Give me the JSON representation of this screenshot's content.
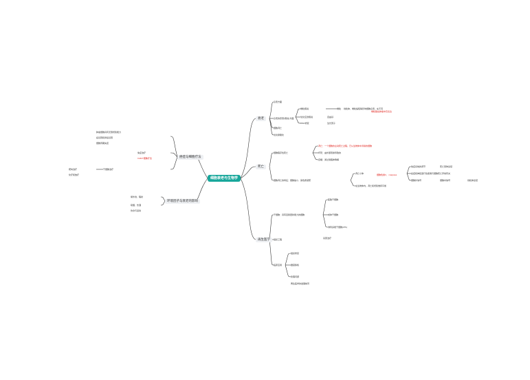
{
  "root": {
    "label": "细胞衰老与生物学"
  },
  "branches": {
    "b1": "衰老",
    "b2": "死亡",
    "b3": "再生医学",
    "b4": "癌症与细胞疗法",
    "b5": "环境因子与衰老的影响"
  },
  "right_top": {
    "t1": "衰老方面",
    "t2": "衰老的原因(假说)方面",
    "t3": "端粒假说",
    "t4": "氧化应激假说",
    "t5": "DNA修复",
    "t6": "自由基",
    "t7": "生长因子",
    "t8": "细胞凋亡",
    "t9": "氧化磷酸化",
    "t10": "端粒",
    "t11": "线粒体、端粒缩短等影响细胞衰老，在不同",
    "t12": "端粒酶在肿瘤中高表达"
  },
  "right_mid": {
    "m1": "细胞程序性死亡",
    "m2": "凋亡：一个细胞的主动死亡过程，已从生物体中清除的细胞",
    "m3": "坏死：由外部因素导致的",
    "m4": "自噬：通过溶酶体降解",
    "m5": "细胞凋亡的特征：细胞缩小、染色质凝聚",
    "m6": "凋亡小体",
    "m7": "在生物体内，凋亡和增殖维持平衡",
    "m8": "免疫系统的调节",
    "m9": "癌症和神经退行性疾病与细胞死亡异常有关",
    "m10": "细胞外信号",
    "m11": "细胞内信号",
    "m12": "线粒体途径",
    "m13": "死亡受体途径",
    "m14": "细胞色素C、caspase"
  },
  "right_low": {
    "n1": "干细胞：具有自我更新能力的细胞",
    "n2": "胚胎干细胞",
    "n3": "成体干细胞",
    "n4": "诱导多能干细胞(iPS)",
    "n5": "组织工程",
    "n6": "基因治疗",
    "n7": "临床应用",
    "n8": "组织修复",
    "n9": "器官移植",
    "n10": "伦理问题",
    "n11": "再生医学的发展前景"
  },
  "left": {
    "l1": "肿瘤细胞具有无限增殖能力",
    "l2": "癌基因和抑癌基因",
    "l3": "细胞周期失控",
    "l4": "免疫治疗",
    "l5": "CAR-T细胞疗法",
    "l6": "干细胞治疗",
    "l7": "靶向治疗",
    "l8": "化疗和放疗",
    "l9": "紫外线、辐射",
    "l10": "吸烟、饮酒",
    "l11": "饮食与运动"
  }
}
